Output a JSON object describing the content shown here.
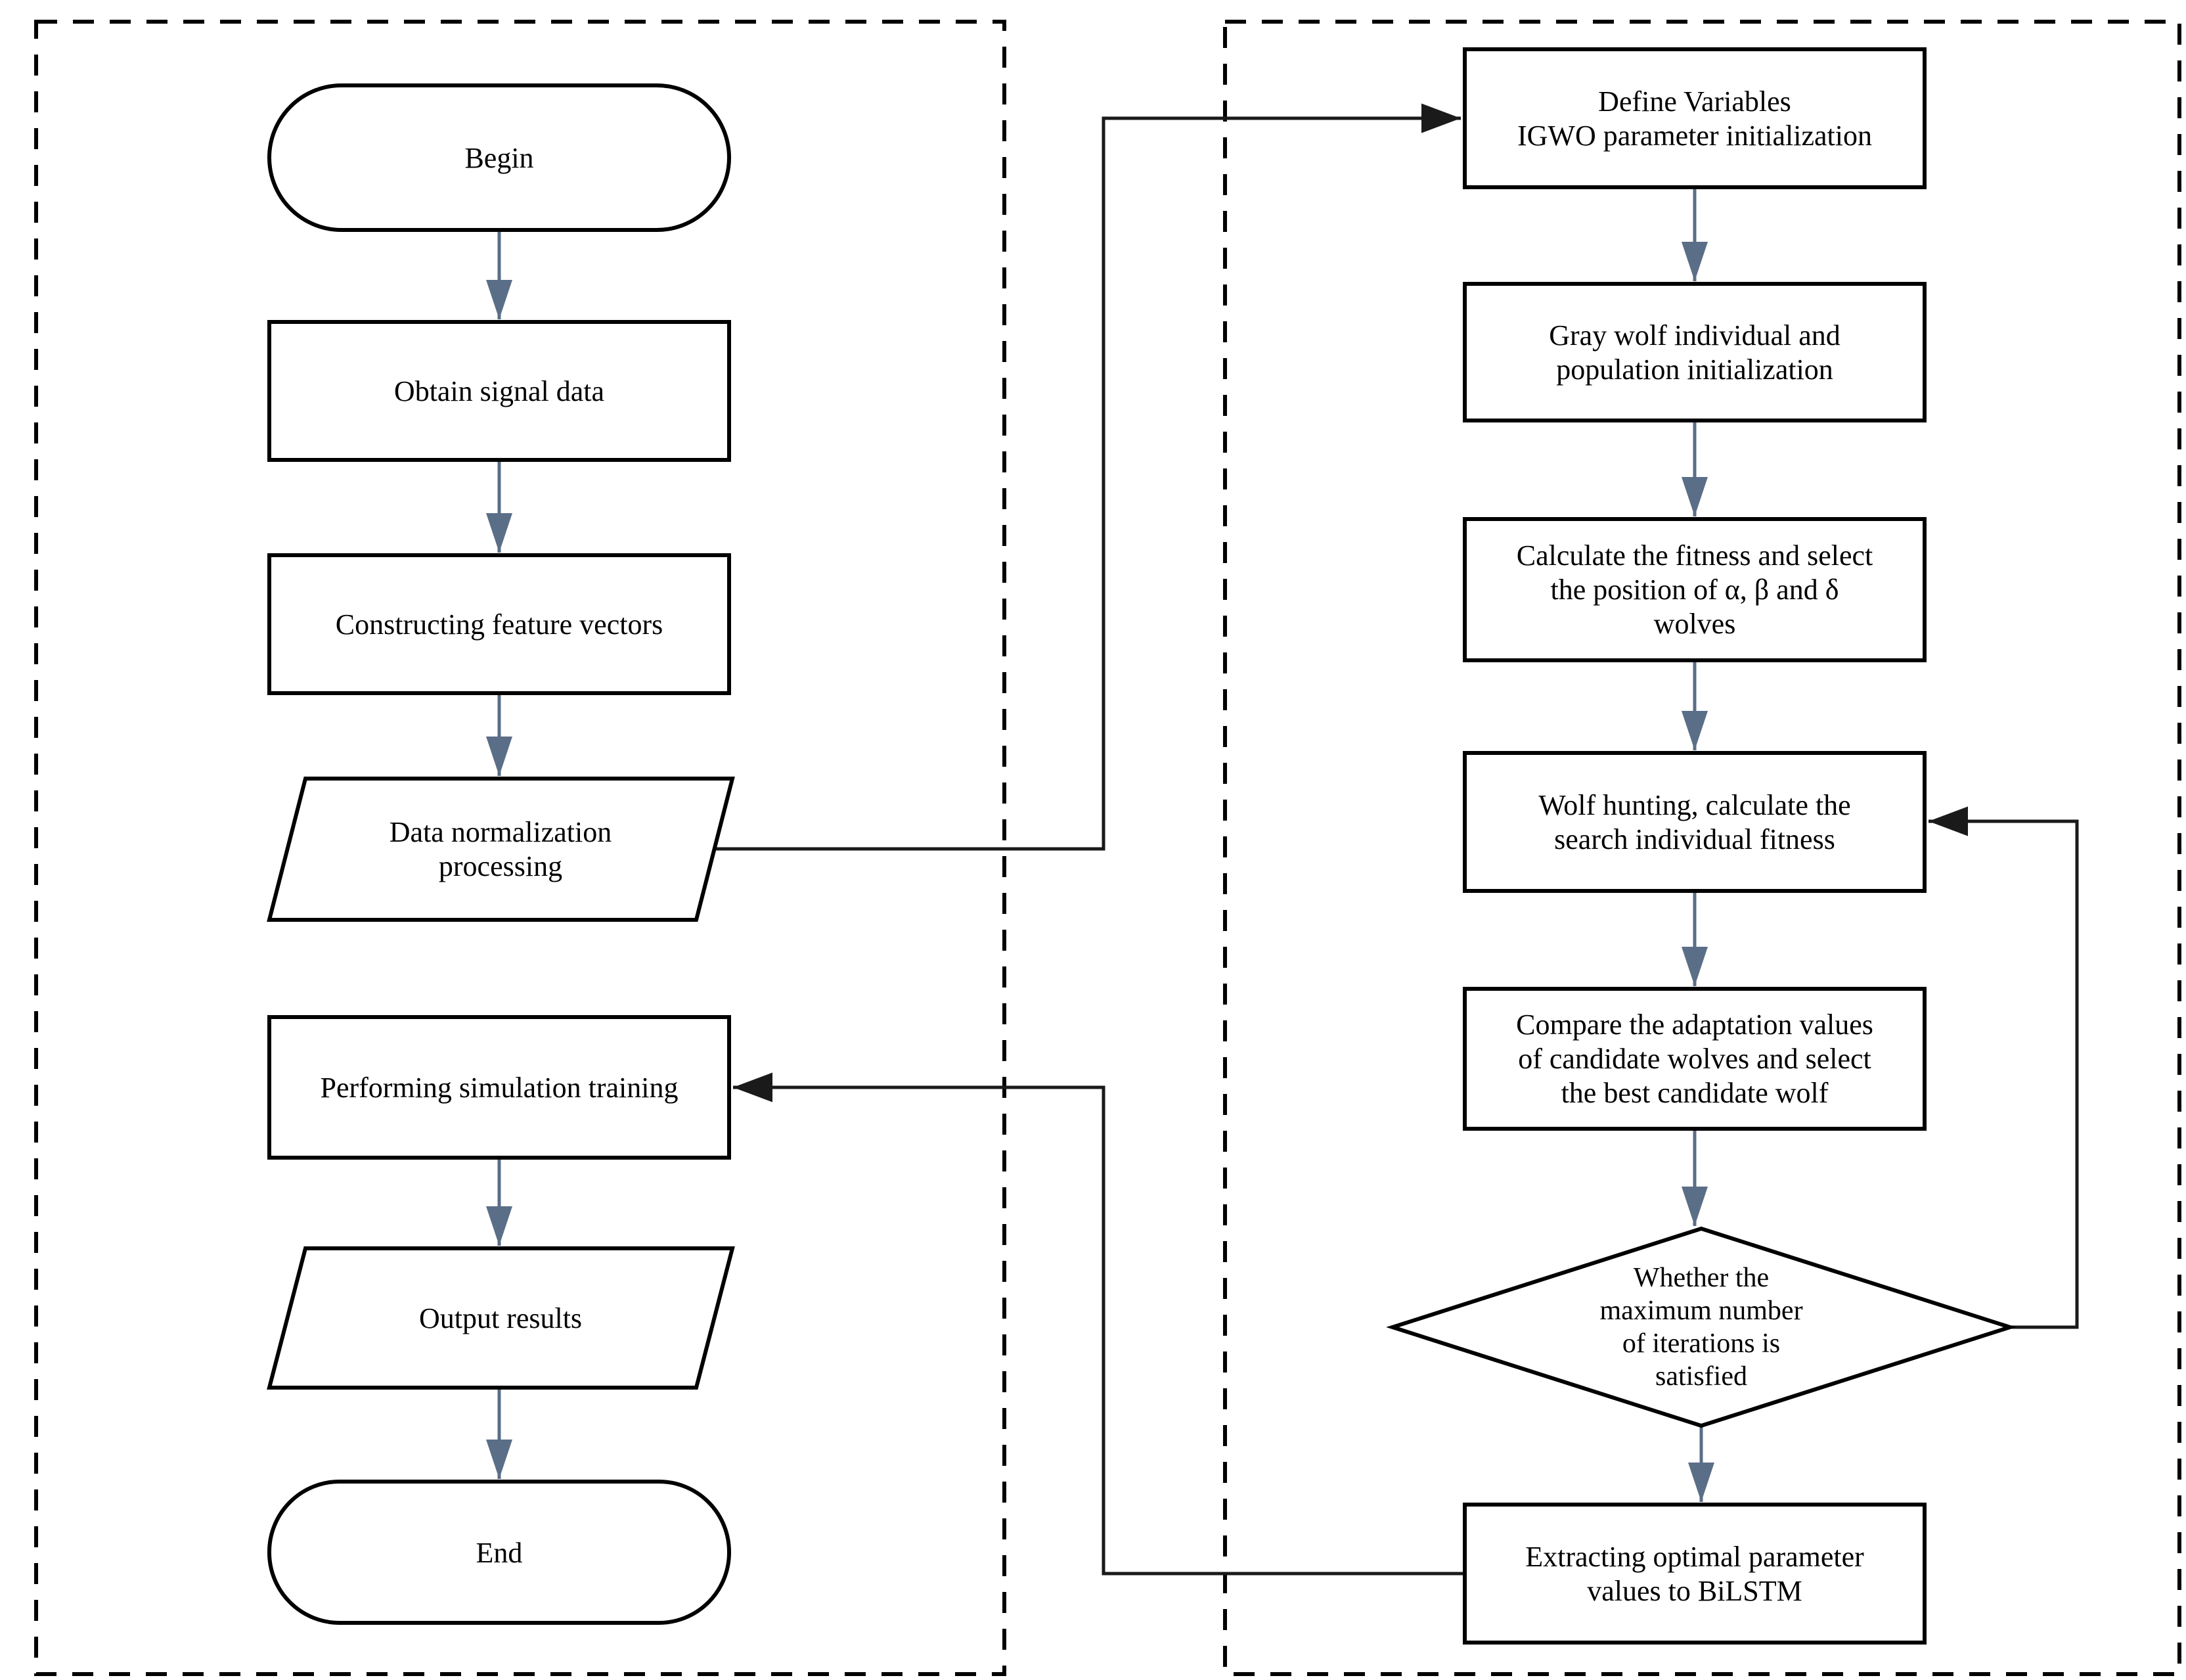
{
  "colors": {
    "shape_stroke": "#000000",
    "route_line": "#1a1a1a",
    "flow_arrow": "#5b6e87",
    "background": "#ffffff"
  },
  "left_flow": {
    "nodes": [
      {
        "id": "begin",
        "shape": "terminator",
        "lines": [
          "Begin"
        ]
      },
      {
        "id": "obtain",
        "shape": "process",
        "lines": [
          "Obtain signal data"
        ]
      },
      {
        "id": "construct",
        "shape": "process",
        "lines": [
          "Constructing feature vectors"
        ]
      },
      {
        "id": "normalize",
        "shape": "data",
        "lines": [
          "Data normalization",
          "processing"
        ]
      },
      {
        "id": "perform",
        "shape": "process",
        "lines": [
          "Performing simulation training"
        ]
      },
      {
        "id": "output",
        "shape": "data",
        "lines": [
          "Output results"
        ]
      },
      {
        "id": "end",
        "shape": "terminator",
        "lines": [
          "End"
        ]
      }
    ]
  },
  "right_flow": {
    "nodes": [
      {
        "id": "define",
        "shape": "process",
        "lines": [
          "Define Variables",
          "IGWO parameter initialization"
        ]
      },
      {
        "id": "graywolf",
        "shape": "process",
        "lines": [
          "Gray wolf individual and",
          "population initialization"
        ]
      },
      {
        "id": "fitness",
        "shape": "process",
        "lines": [
          "Calculate the fitness and select",
          "the position of α, β and δ",
          "wolves"
        ]
      },
      {
        "id": "hunting",
        "shape": "process",
        "lines": [
          "Wolf hunting, calculate the",
          "search individual fitness"
        ]
      },
      {
        "id": "compare",
        "shape": "process",
        "lines": [
          "Compare the adaptation values",
          "of candidate wolves and select",
          "the best candidate wolf"
        ]
      },
      {
        "id": "decision",
        "shape": "decision",
        "lines": [
          "Whether the",
          "maximum number",
          "of iterations is",
          "satisfied"
        ]
      },
      {
        "id": "extract",
        "shape": "process",
        "lines": [
          "Extracting optimal parameter",
          "values to BiLSTM"
        ]
      }
    ]
  }
}
